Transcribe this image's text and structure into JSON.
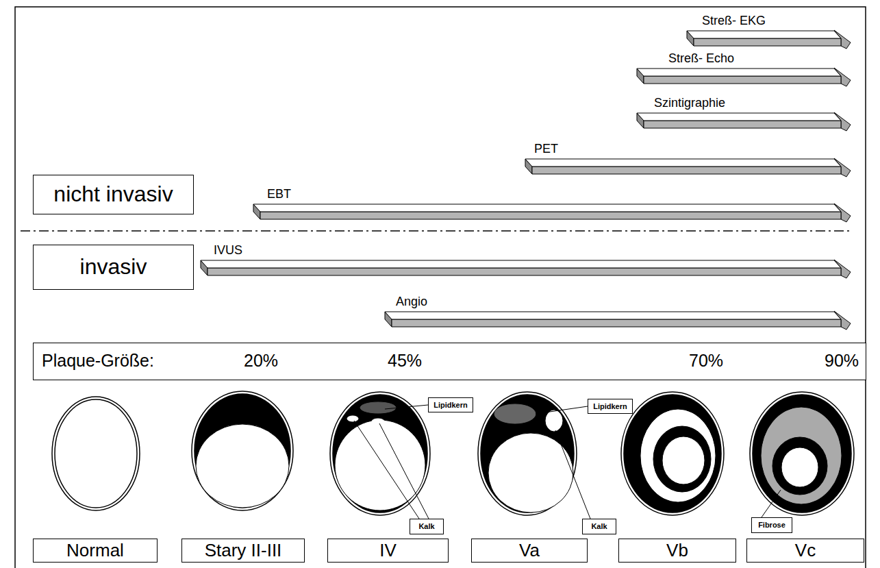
{
  "diagram": {
    "nodes": [
      {
        "text": [
          "nicht invasiv"
        ]
      },
      {
        "text": [
          "invasiv"
        ]
      },
      {
        "text": [
          "Plaque-Größe:",
          "20%",
          "45%",
          "70%",
          "90%"
        ]
      },
      {
        "text": [
          "Lipidkern"
        ]
      },
      {
        "text": [
          "Lipidkern"
        ]
      },
      {
        "text": [
          "Kalk"
        ]
      },
      {
        "text": [
          "Kalk"
        ]
      },
      {
        "text": [
          "Fibrose"
        ]
      },
      {
        "text": [
          "Normal"
        ]
      },
      {
        "text": [
          "Stary II-III"
        ]
      },
      {
        "text": [
          "IV"
        ]
      },
      {
        "text": [
          "Va"
        ]
      },
      {
        "text": [
          "Vb"
        ]
      },
      {
        "text": [
          "Vc"
        ]
      }
    ],
    "labels": [
      "Streß- EKG",
      "Streß- Echo",
      "Szintigraphie",
      "PET",
      "EBT",
      "IVUS",
      "Angio"
    ]
  }
}
